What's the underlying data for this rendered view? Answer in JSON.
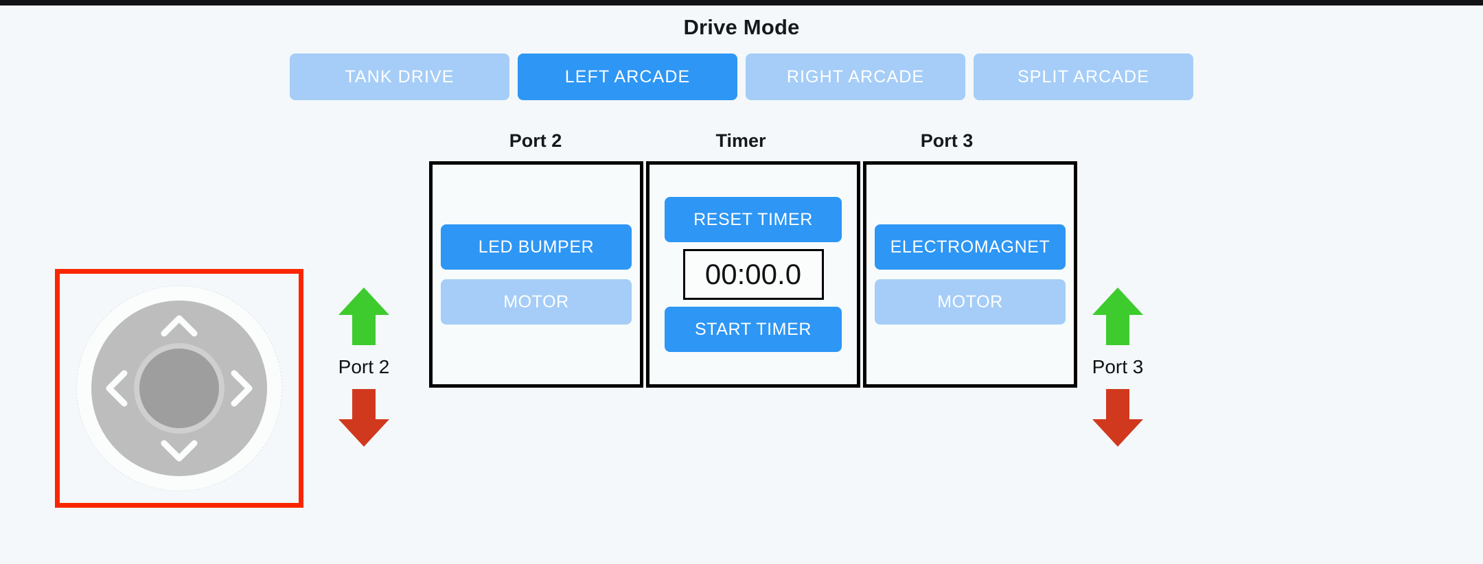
{
  "colors": {
    "background": "#f4f8fa",
    "accent_active": "#2e96f5",
    "accent_inactive": "#a5cdf7",
    "panel_border": "#000000",
    "dpad_highlight": "#fa2600",
    "arrow_up": "#3ecb2e",
    "arrow_down": "#d1391f",
    "dpad_disc": "#bdbdbd",
    "dpad_inner": "#9e9e9e"
  },
  "drive_mode": {
    "title": "Drive Mode",
    "modes": [
      {
        "label": "TANK DRIVE",
        "active": false
      },
      {
        "label": "LEFT ARCADE",
        "active": true
      },
      {
        "label": "RIGHT ARCADE",
        "active": false
      },
      {
        "label": "SPLIT ARCADE",
        "active": false
      }
    ]
  },
  "columns": {
    "port2_caption": "Port 2",
    "timer_caption": "Timer",
    "port3_caption": "Port 3"
  },
  "port2_panel": {
    "buttons": [
      {
        "label": "LED BUMPER",
        "active": true
      },
      {
        "label": "MOTOR",
        "active": false
      }
    ]
  },
  "timer_panel": {
    "reset_label": "RESET TIMER",
    "display_value": "00:00.0",
    "start_label": "START TIMER"
  },
  "port3_panel": {
    "buttons": [
      {
        "label": "ELECTROMAGNET",
        "active": true
      },
      {
        "label": "MOTOR",
        "active": false
      }
    ]
  },
  "dpad": {
    "up_icon": "chevron-up-icon",
    "down_icon": "chevron-down-icon",
    "left_icon": "chevron-left-icon",
    "right_icon": "chevron-right-icon"
  },
  "port_indicators": [
    {
      "label": "Port 2",
      "up_icon": "arrow-up-icon",
      "down_icon": "arrow-down-icon"
    },
    {
      "label": "Port 3",
      "up_icon": "arrow-up-icon",
      "down_icon": "arrow-down-icon"
    }
  ]
}
